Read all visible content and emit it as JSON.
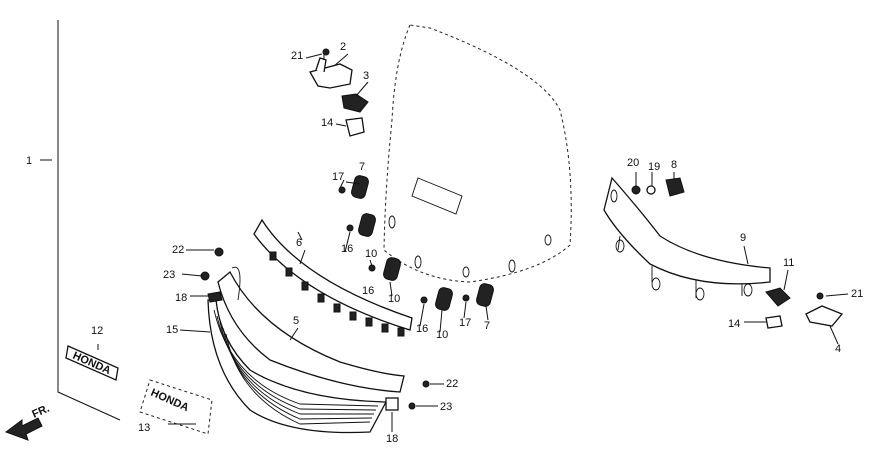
{
  "diagram": {
    "callouts": [
      {
        "id": "c1",
        "text": "1"
      },
      {
        "id": "c2",
        "text": "2"
      },
      {
        "id": "c3",
        "text": "3"
      },
      {
        "id": "c4",
        "text": "4"
      },
      {
        "id": "c5",
        "text": "5"
      },
      {
        "id": "c6",
        "text": "6"
      },
      {
        "id": "c7a",
        "text": "7"
      },
      {
        "id": "c7b",
        "text": "7"
      },
      {
        "id": "c8",
        "text": "8"
      },
      {
        "id": "c9",
        "text": "9"
      },
      {
        "id": "c10a",
        "text": "10"
      },
      {
        "id": "c10b",
        "text": "10"
      },
      {
        "id": "c10c",
        "text": "10"
      },
      {
        "id": "c11",
        "text": "11"
      },
      {
        "id": "c12",
        "text": "12"
      },
      {
        "id": "c13",
        "text": "13"
      },
      {
        "id": "c14a",
        "text": "14"
      },
      {
        "id": "c14b",
        "text": "14"
      },
      {
        "id": "c15",
        "text": "15"
      },
      {
        "id": "c16a",
        "text": "16"
      },
      {
        "id": "c16b",
        "text": "16"
      },
      {
        "id": "c16c",
        "text": "16"
      },
      {
        "id": "c17a",
        "text": "17"
      },
      {
        "id": "c17b",
        "text": "17"
      },
      {
        "id": "c18a",
        "text": "18"
      },
      {
        "id": "c18b",
        "text": "18"
      },
      {
        "id": "c19",
        "text": "19"
      },
      {
        "id": "c20",
        "text": "20"
      },
      {
        "id": "c21a",
        "text": "21"
      },
      {
        "id": "c21b",
        "text": "21"
      },
      {
        "id": "c22a",
        "text": "22"
      },
      {
        "id": "c22b",
        "text": "22"
      },
      {
        "id": "c23a",
        "text": "23"
      },
      {
        "id": "c23b",
        "text": "23"
      }
    ],
    "emblem_text": "HONDA",
    "direction_label": "FR."
  }
}
